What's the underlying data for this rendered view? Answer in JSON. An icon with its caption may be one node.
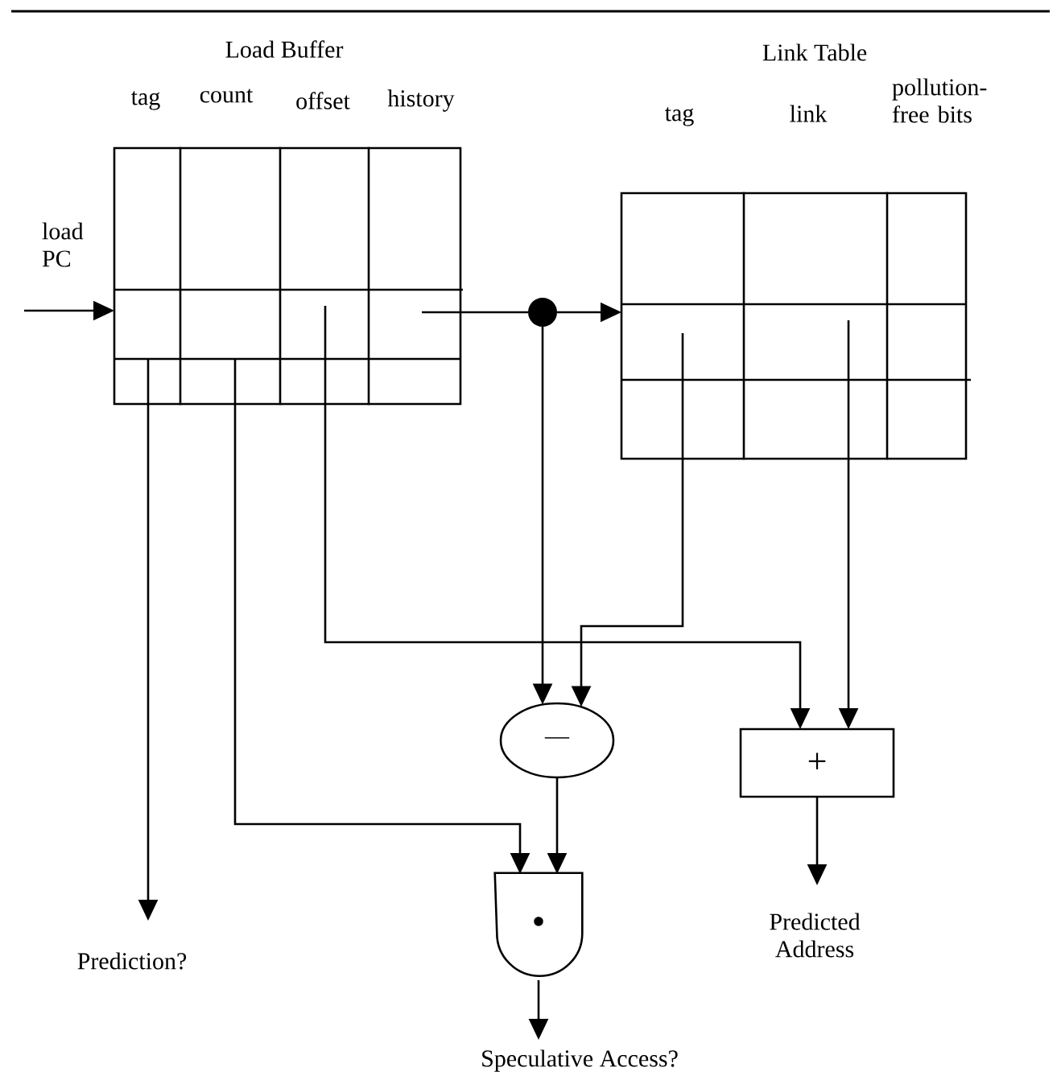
{
  "diagram": {
    "nodes": [
      {
        "text": [
          "Load Buffer",
          "tag",
          "count",
          "offset",
          "history"
        ]
      },
      {
        "text": [
          "Link Table",
          "tag",
          "link",
          "pollution-free bits"
        ]
      },
      {
        "text": [],
        "shape": "circle"
      },
      {
        "text": [
          "—"
        ]
      },
      {
        "text": [
          "+"
        ]
      },
      {
        "text": [
          "•"
        ]
      },
      {
        "text": [
          "Prediction?"
        ]
      },
      {
        "text": [
          "Speculative Access?"
        ]
      },
      {
        "text": [
          "Predicted Address"
        ]
      }
    ],
    "edges": [
      {
        "from": null,
        "to": 0,
        "arrow": "to",
        "label": "load PC"
      },
      {
        "from": 0,
        "to": 2,
        "arrow": "none"
      },
      {
        "from": 2,
        "to": 1,
        "arrow": "to"
      },
      {
        "from": 2,
        "to": 3,
        "arrow": "to"
      },
      {
        "from": 1,
        "to": 3,
        "arrow": "to"
      },
      {
        "from": 0,
        "to": 4,
        "arrow": "to"
      },
      {
        "from": 1,
        "to": 4,
        "arrow": "to"
      },
      {
        "from": 0,
        "to": 6,
        "arrow": "to"
      },
      {
        "from": 0,
        "to": 5,
        "arrow": "to"
      },
      {
        "from": 3,
        "to": 5,
        "arrow": "to"
      },
      {
        "from": 4,
        "to": 8,
        "arrow": "to"
      },
      {
        "from": 5,
        "to": 7,
        "arrow": "to"
      }
    ]
  }
}
